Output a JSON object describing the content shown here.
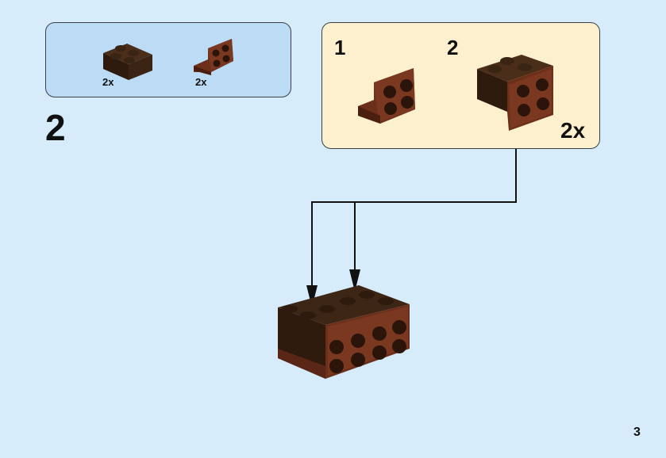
{
  "parts_list": {
    "items": [
      {
        "name": "brick-2x2-dark-brown",
        "quantity": "2x"
      },
      {
        "name": "bracket-1x2-2x2-reddish-brown",
        "quantity": "2x"
      }
    ]
  },
  "step": {
    "number": "2"
  },
  "sub_assembly": {
    "steps": [
      {
        "number": "1"
      },
      {
        "number": "2"
      }
    ],
    "multiplier": "2x"
  },
  "page": {
    "number": "3"
  },
  "colors": {
    "dark_brown": "#3b2414",
    "reddish_brown": "#6b2f1a",
    "parts_box_bg": "#bcdcf6",
    "sub_box_bg": "#fdf0cf",
    "page_bg": "#d6ecfb"
  }
}
